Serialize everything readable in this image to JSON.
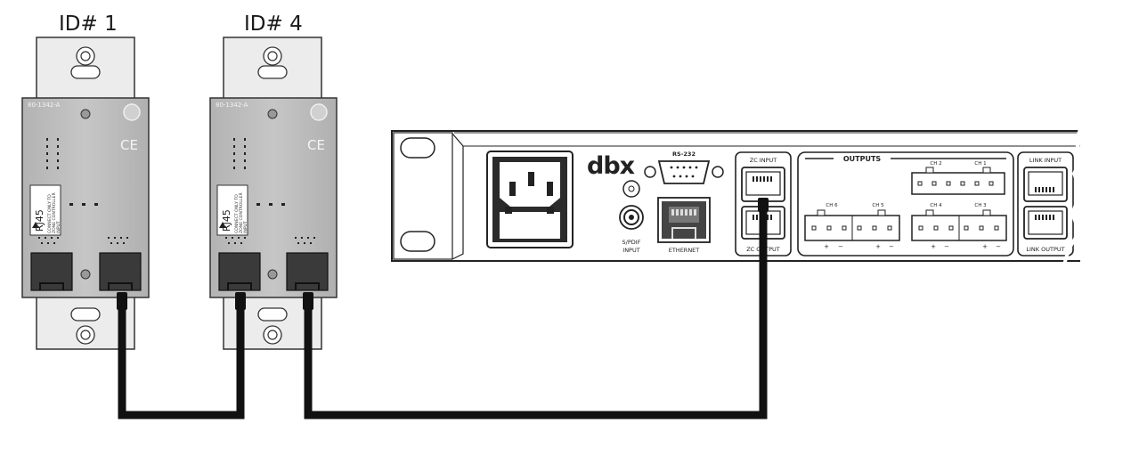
{
  "controllers": [
    {
      "id_label": "ID# 1",
      "part_number": "80-1342-A",
      "rj45_label": "RJ45",
      "warning_text": [
        "CONNECT ONLY TO",
        "ZONE CONTROLLER",
        "INPUT"
      ]
    },
    {
      "id_label": "ID# 4",
      "part_number": "80-1342-A",
      "rj45_label": "RJ45",
      "warning_text": [
        "CONNECT ONLY TO",
        "ZONE CONTROLLER",
        "INPUT"
      ]
    }
  ],
  "rack_unit": {
    "brand": "dbx",
    "rs232_label": "RS-232",
    "spdif_label": [
      "S/PDIF",
      "INPUT"
    ],
    "ethernet_label": "ETHERNET",
    "zc_input_label": "ZC INPUT",
    "zc_output_label": "ZC OUTPUT",
    "outputs_label": "OUTPUTS",
    "channel_labels": [
      "CH 2",
      "CH 1",
      "CH 6",
      "CH 5",
      "CH 4",
      "CH 3"
    ],
    "terminal_signs": [
      "+",
      "−"
    ],
    "link_input_label": "LINK INPUT",
    "link_output_label": "LINK OUTPUT"
  },
  "colors": {
    "cable": "#111111",
    "plate": "#ededed",
    "housing": "#bdbdbd",
    "jack": "#3a3a3a"
  }
}
